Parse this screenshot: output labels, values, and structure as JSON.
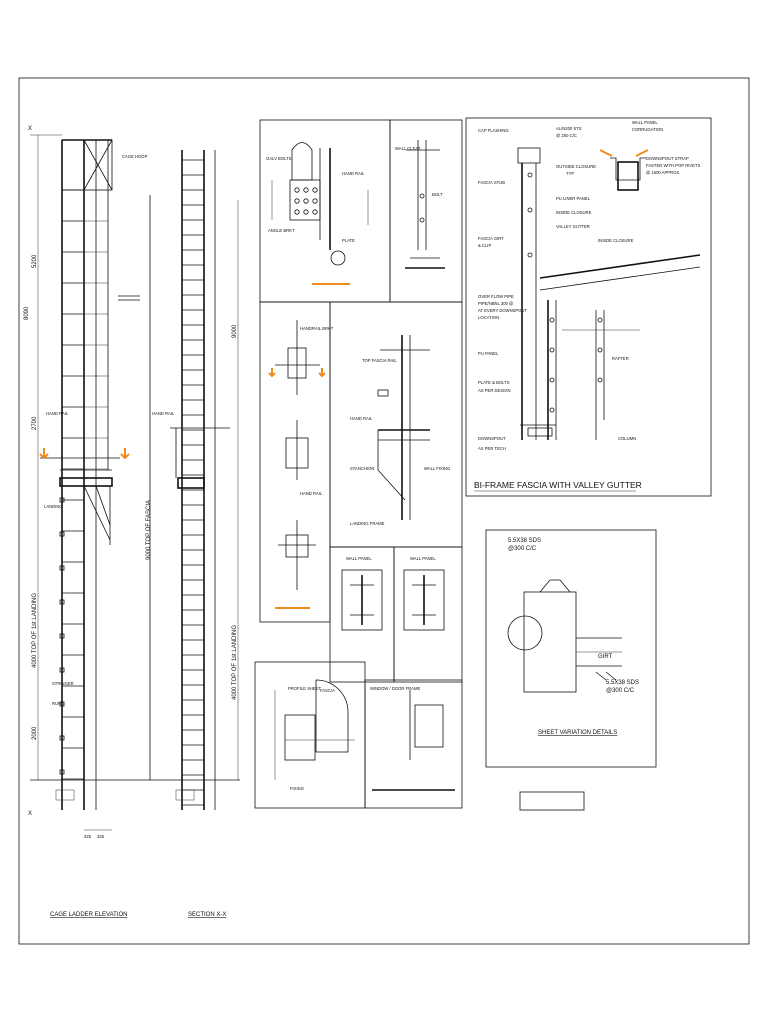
{
  "sheet_title_box": "",
  "elevation": {
    "title": "CAGE LADDER ELEVATION",
    "dims": [
      "5200",
      "8090",
      "2700",
      "4000 TOP OF 1st LANDING",
      "2000",
      "9000 TOP OF FASCIA"
    ],
    "labels": [
      "CAGE HOOP",
      "HAND RAIL",
      "LANDING",
      "STRINGER",
      "RUNG"
    ],
    "bottom_dims": [
      "325",
      "325"
    ],
    "marker": "X"
  },
  "section": {
    "title": "SECTION X-X",
    "dims": [
      "9000",
      "4000 TOP OF 1st LANDING"
    ],
    "labels": [
      "HAND RAIL"
    ]
  },
  "detail_labels": {
    "d1": [
      "GALV BOLTS",
      "ANGLE BRKT",
      "HAND RAIL",
      "PLATE"
    ],
    "d2": [
      "WALL CLEAT",
      "BOLT"
    ],
    "d3": [
      "HANDRAIL BRKT",
      "HAND RAIL"
    ],
    "d4": [
      "TOP FASCIA RAIL",
      "HAND RAIL",
      "STANCHION",
      "LANDING FRAME",
      "WALL FIXING"
    ],
    "d5": [
      "WALL PANEL"
    ],
    "d6": [
      "WALL PANEL"
    ],
    "d7": [
      "PROFILE SHEET",
      "FASCIA",
      "FIXING"
    ],
    "d8": [
      "WINDOW / DOOR FRAME"
    ]
  },
  "fascia": {
    "title": "BI-FRAME FASCIA WITH VALLEY GUTTER",
    "labels": [
      "CAP FLASHING",
      "AL/N200 STS",
      "@ 250 C/C",
      "OUTSIDE CLOSURE",
      "TYP",
      "PU LINER PANEL",
      "INSIDE CLOSURE",
      "VALLEY GUTTER",
      "FASCIA STUB",
      "INSIDE CLOSURE",
      "FASCIA GIRT",
      "& CLIP",
      "OVER FLOW PIPE",
      "PIPE/NBNL 300 @",
      "AT EVERY DOWNSPOUT",
      "LOCATION",
      "PU PANEL",
      "RAFTER",
      "PLATE & BOLTS",
      "AS PER DESIGN",
      "COLUMN",
      "DOWNSPOUT",
      "AS PER TECH",
      "WALL PANEL",
      "CORRUGATION",
      "DOWNSPOUT STRAP",
      "FASTEN WITH POP RIVETS",
      "@ 1500 APPROX."
    ]
  },
  "sheet_variation": {
    "title": "SHEET VARIATION DETAILS",
    "label_top": "5.5X38 SDS",
    "label_top2": "@300 C/C",
    "label_mid": "GIRT",
    "label_bot": "5.5X38 SDS",
    "label_bot2": "@300 C/C"
  },
  "colors": {
    "line": "#111111",
    "accent": "#f08a1c",
    "background": "#ffffff"
  }
}
